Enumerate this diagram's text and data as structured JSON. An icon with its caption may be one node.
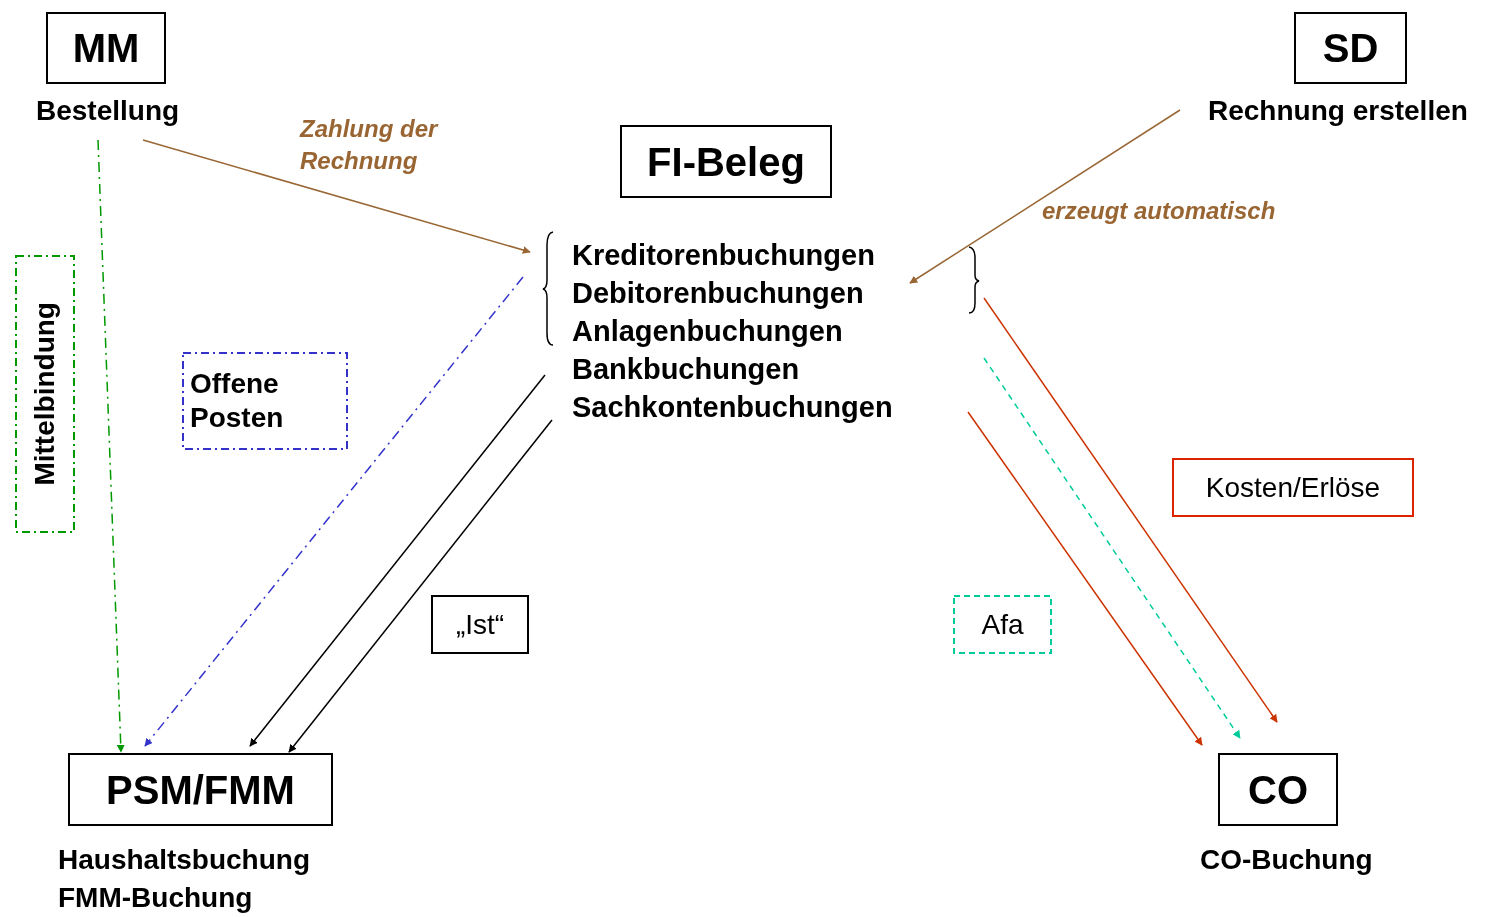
{
  "diagram": {
    "nodes": [
      {
        "text": [
          "MM"
        ],
        "beside": [
          "Bestellung"
        ]
      },
      {
        "text": [
          "SD"
        ],
        "beside": [
          "Rechnung erstellen"
        ]
      },
      {
        "text": [
          "FI-Beleg"
        ]
      },
      {
        "text": [
          "Kreditorenbuchungen",
          "Debitorenbuchungen",
          "Anlagenbuchungen",
          "Bankbuchungen",
          "Sachkontenbuchungen"
        ]
      },
      {
        "text": [
          "PSM/FMM"
        ],
        "beside": [
          "Haushaltsbuchung",
          "FMM-Buchung"
        ]
      },
      {
        "text": [
          "CO"
        ],
        "beside": [
          "CO-Buchung"
        ]
      },
      {
        "text": [
          "Mittelbindung"
        ]
      },
      {
        "text": [
          "Offene Posten"
        ]
      },
      {
        "text": [
          "„Ist“"
        ]
      },
      {
        "text": [
          "Afa"
        ]
      },
      {
        "text": [
          "Kosten/Erlöse"
        ]
      }
    ],
    "edges": [
      {
        "from": 0,
        "to": 4,
        "arrow": "to",
        "style": "dashed",
        "color": "#009900"
      },
      {
        "from": 0,
        "to": 3,
        "arrow": "to",
        "label": "Zahlung der Rechnung",
        "color": "#996633"
      },
      {
        "from": 1,
        "to": 3,
        "arrow": "to",
        "label": "erzeugt automatisch",
        "color": "#996633"
      },
      {
        "from": 3,
        "to": 4,
        "arrow": "to",
        "style": "dashed",
        "color": "#3333cc"
      },
      {
        "from": 3,
        "to": 4,
        "arrow": "to",
        "color": "#000000"
      },
      {
        "from": 3,
        "to": 4,
        "arrow": "to",
        "color": "#000000"
      },
      {
        "from": 3,
        "to": 5,
        "arrow": "to",
        "color": "#cc3300"
      },
      {
        "from": 3,
        "to": 5,
        "arrow": "to",
        "style": "dashed",
        "color": "#00cc99"
      },
      {
        "from": 3,
        "to": 5,
        "arrow": "to",
        "color": "#cc3300"
      }
    ]
  }
}
